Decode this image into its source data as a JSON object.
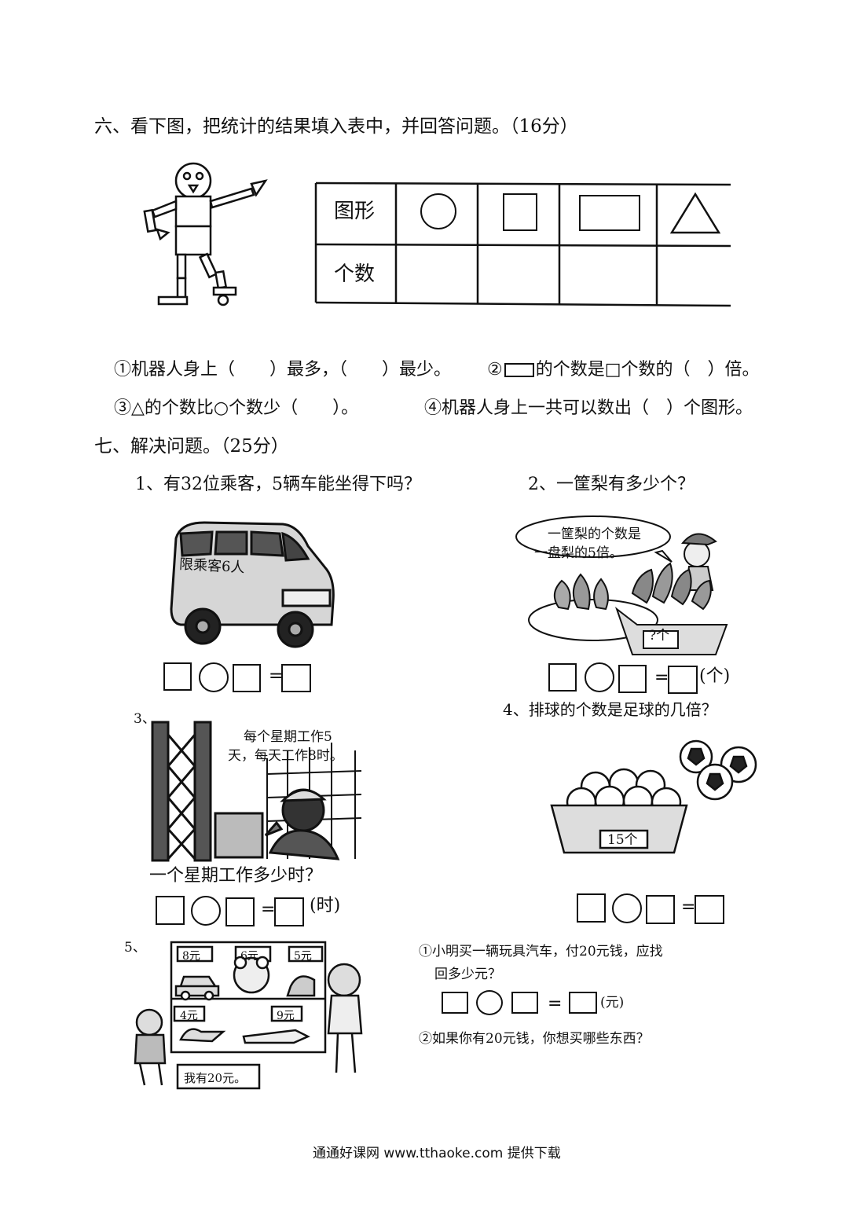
{
  "section6": {
    "heading": "六、看下图，把统计的结果填入表中，并回答问题。（16分）",
    "table": {
      "row1_label": "图形",
      "row2_label": "个数",
      "shape_icons": [
        "circle-icon",
        "square-icon",
        "rectangle-icon",
        "triangle-icon"
      ]
    },
    "q1": "①机器人身上（　　）最多，（　　）最少。",
    "q2_prefix": "②",
    "q2_suffix": "的个数是□个数的（　）倍。",
    "q3": "③△的个数比○个数少（　　）。",
    "q4": "④机器人身上一共可以数出（　）个图形。"
  },
  "section7": {
    "heading": "七、解决问题。（25分）",
    "p1": {
      "title": "1、有32位乘客，5辆车能坐得下吗？",
      "van_text": "限乘客6人"
    },
    "p2": {
      "title": "2、一筐梨有多少个？",
      "bubble_line1": "一筐梨的个数是",
      "bubble_line2": "一盘梨的5倍。",
      "basket_label": "?个",
      "unit": "(个)"
    },
    "p3": {
      "number": "3、",
      "sign_line1": "每个星期工作5",
      "sign_line2": "天，每天工作8时。",
      "question": "一个星期工作多少时？",
      "unit": "(时)"
    },
    "p4": {
      "title": "4、排球的个数是足球的几倍？",
      "basket_label": "15个"
    },
    "p5": {
      "number": "5、",
      "prices": [
        "8元",
        "6元",
        "5元",
        "4元",
        "9元"
      ],
      "kid_bubble": "我有20元。",
      "q1_line1": "①小明买一辆玩具汽车，付20元钱，应找",
      "q1_line2": "回多少元？",
      "unit": "(元)",
      "q2": "②如果你有20元钱，你想买哪些东西？"
    },
    "equals": "="
  },
  "footer": "通通好课网 www.tthaoke.com 提供下载"
}
